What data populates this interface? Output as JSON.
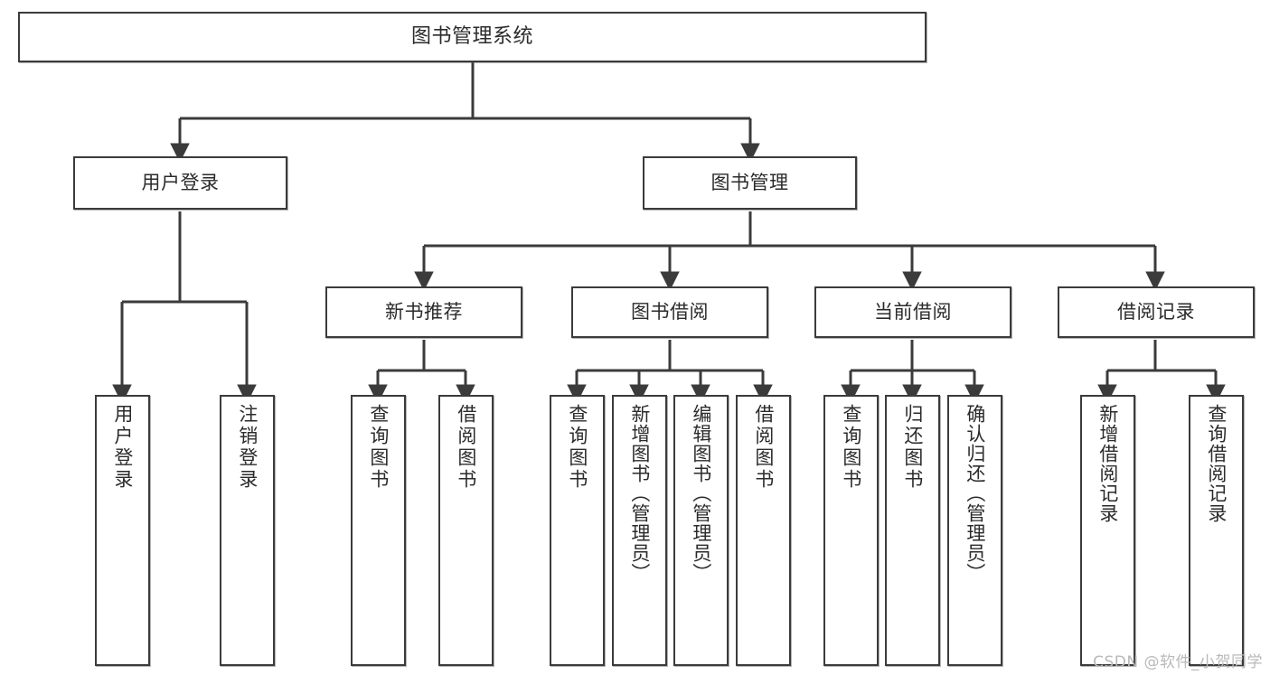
{
  "diagram": {
    "type": "tree-hierarchy",
    "title": "图书管理系统",
    "watermark": "CSDN @软件_小贺同学",
    "colors": {
      "stroke": "#3b3b3b",
      "fill": "#ffffff",
      "text": "#2b2b2b",
      "watermark": "#b9b9b9"
    },
    "levels": [
      {
        "level": 1,
        "nodes": [
          {
            "id": "root",
            "label": "图书管理系统",
            "orientation": "horizontal"
          }
        ]
      },
      {
        "level": 2,
        "nodes": [
          {
            "id": "n-login",
            "label": "用户登录",
            "orientation": "horizontal",
            "parent": "root"
          },
          {
            "id": "n-bookmgmt",
            "label": "图书管理",
            "orientation": "horizontal",
            "parent": "root"
          }
        ]
      },
      {
        "level": 3,
        "nodes": [
          {
            "id": "n-newbook",
            "label": "新书推荐",
            "orientation": "horizontal",
            "parent": "n-bookmgmt"
          },
          {
            "id": "n-borrow",
            "label": "图书借阅",
            "orientation": "horizontal",
            "parent": "n-bookmgmt"
          },
          {
            "id": "n-current",
            "label": "当前借阅",
            "orientation": "horizontal",
            "parent": "n-bookmgmt"
          },
          {
            "id": "n-record",
            "label": "借阅记录",
            "orientation": "horizontal",
            "parent": "n-bookmgmt"
          }
        ]
      },
      {
        "level": 4,
        "nodes": [
          {
            "id": "l-userlogin",
            "label": "用户登录",
            "orientation": "vertical",
            "parent": "n-login"
          },
          {
            "id": "l-logout",
            "label": "注销登录",
            "orientation": "vertical",
            "parent": "n-login"
          },
          {
            "id": "l-query1",
            "label": "查询图书",
            "orientation": "vertical",
            "parent": "n-newbook"
          },
          {
            "id": "l-borrow1",
            "label": "借阅图书",
            "orientation": "vertical",
            "parent": "n-newbook"
          },
          {
            "id": "l-query2",
            "label": "查询图书",
            "orientation": "vertical",
            "parent": "n-borrow"
          },
          {
            "id": "l-addbook",
            "label": "新增图书（管理员）",
            "orientation": "vertical",
            "parent": "n-borrow"
          },
          {
            "id": "l-editbook",
            "label": "编辑图书（管理员）",
            "orientation": "vertical",
            "parent": "n-borrow"
          },
          {
            "id": "l-borrow2",
            "label": "借阅图书",
            "orientation": "vertical",
            "parent": "n-borrow"
          },
          {
            "id": "l-query3",
            "label": "查询图书",
            "orientation": "vertical",
            "parent": "n-current"
          },
          {
            "id": "l-return",
            "label": "归还图书",
            "orientation": "vertical",
            "parent": "n-current"
          },
          {
            "id": "l-confirm",
            "label": "确认归还（管理员）",
            "orientation": "vertical",
            "parent": "n-current"
          },
          {
            "id": "l-addrec",
            "label": "新增借阅记录",
            "orientation": "vertical",
            "parent": "n-record"
          },
          {
            "id": "l-queryrec",
            "label": "查询借阅记录",
            "orientation": "vertical",
            "parent": "n-record"
          }
        ]
      }
    ]
  }
}
